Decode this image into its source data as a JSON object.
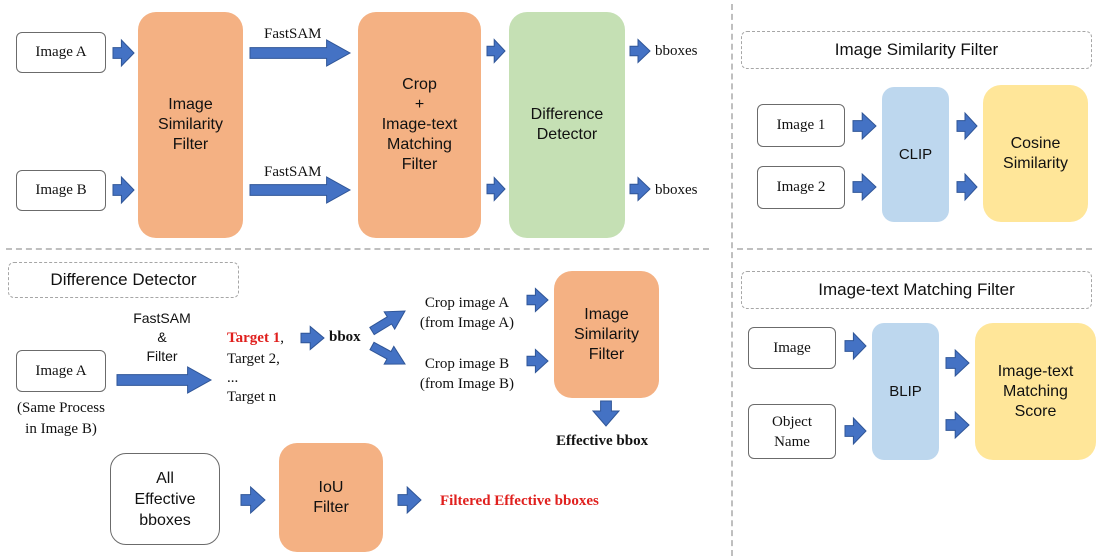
{
  "main_pipeline": {
    "image_a_label": "Image A",
    "image_b_label": "Image B",
    "similarity_filter_label": "Image\nSimilarity\nFilter",
    "fastsam_label_top": "FastSAM",
    "fastsam_label_bottom": "FastSAM",
    "crop_filter_label": "Crop\n+\nImage-text\nMatching\nFilter",
    "difference_detector_label": "Difference\nDetector",
    "bboxes_label_top": "bboxes",
    "bboxes_label_bottom": "bboxes"
  },
  "similarity_panel": {
    "title": "Image Similarity Filter",
    "image1_label": "Image 1",
    "image2_label": "Image 2",
    "clip_label": "CLIP",
    "cosine_label": "Cosine\nSimilarity"
  },
  "detector_panel": {
    "title": "Difference Detector",
    "image_a_label": "Image A",
    "same_process_note": "(Same Process\nin Image B)",
    "fastsam_filter_label": "FastSAM\n&\nFilter",
    "target_1": "Target 1",
    "target_comma": ",",
    "target_2": "Target 2,",
    "target_dots": "...",
    "target_n": "Target n",
    "bbox_label": "bbox",
    "crop_a_label": "Crop image A\n(from Image A)",
    "crop_b_label": "Crop image B\n(from Image B)",
    "similarity_filter_label": "Image\nSimilarity\nFilter",
    "effective_bbox_label": "Effective bbox",
    "all_effective_label": "All\nEffective\nbboxes",
    "iou_filter_label": "IoU\nFilter",
    "filtered_output_label": "Filtered Effective bboxes"
  },
  "matching_panel": {
    "title": "Image-text Matching Filter",
    "image_label": "Image",
    "object_name_label": "Object\nName",
    "blip_label": "BLIP",
    "score_label": "Image-text\nMatching\nScore"
  },
  "colors": {
    "orange": "#f4b183",
    "green": "#c5e0b4",
    "blue": "#bdd7ee",
    "yellow": "#ffe699",
    "arrow_fill": "#4472c4",
    "arrow_stroke": "#2f5597",
    "highlight_red": "#e0201e"
  },
  "icons": {
    "arrow": "block-arrow-icon"
  }
}
